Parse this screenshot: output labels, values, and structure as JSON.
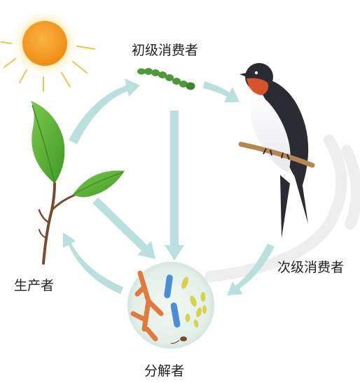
{
  "labels": {
    "primary_consumer": "初级消费者",
    "producer": "生产者",
    "secondary_consumer": "次级消费者",
    "decomposer": "分解者"
  },
  "colors": {
    "arrow": "#b9e0de",
    "sun_core": "#f39a1e",
    "sun_glow": "#fde39a",
    "leaf": "#5cb338",
    "leaf_dark": "#3d8a25",
    "stem": "#7a4a2e",
    "caterpillar": "#4e9a3a",
    "bird_back": "#2b2b33",
    "bird_throat": "#d9532a",
    "bird_belly": "#ffffff",
    "perch": "#b5874f",
    "decomposer_bg": "#e6f1ec",
    "bacteria_orange": "#e27a3c",
    "bacteria_blue": "#4a8fd6",
    "bacteria_yellow": "#d6d34a",
    "watermark": "#ececec"
  },
  "icons": [
    "sun-icon",
    "plant-icon",
    "caterpillar-icon",
    "swallow-icon",
    "microbes-icon"
  ]
}
